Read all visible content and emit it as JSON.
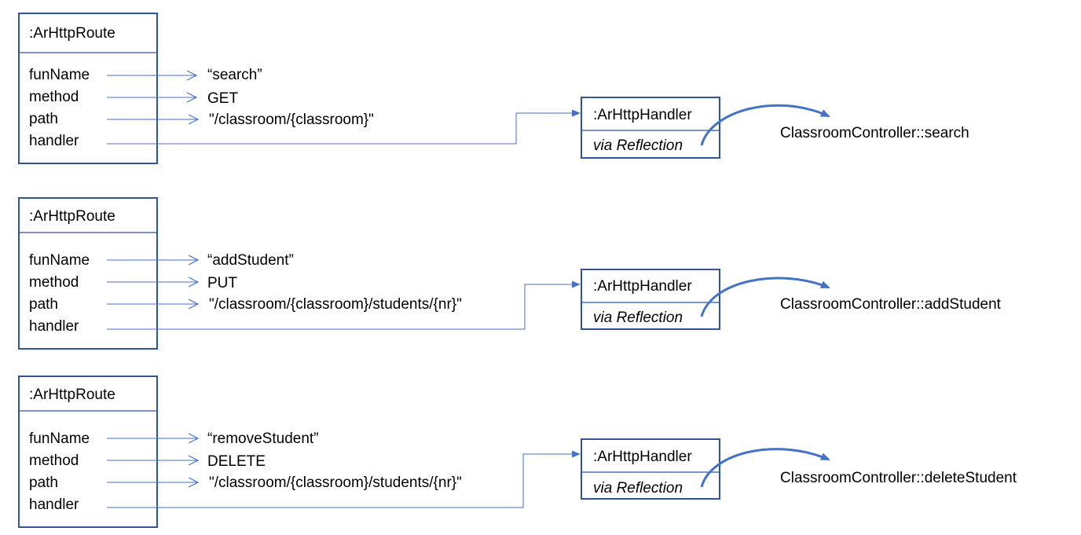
{
  "colors": {
    "box_stroke": "#2F5597",
    "arrow": "#4472C4",
    "text": "#000000",
    "background": "#FFFFFF"
  },
  "routes": [
    {
      "route_title": ":ArHttpRoute",
      "fields": [
        "funName",
        "method",
        "path",
        "handler"
      ],
      "values": [
        "“search”",
        "GET",
        "\"/classroom/{classroom}\""
      ],
      "handler_title": ":ArHttpHandler",
      "handler_via": "via Reflection",
      "target": "ClassroomController::search"
    },
    {
      "route_title": ":ArHttpRoute",
      "fields": [
        "funName",
        "method",
        "path",
        "handler"
      ],
      "values": [
        "“addStudent”",
        "PUT",
        "\"/classroom/{classroom}/students/{nr}\""
      ],
      "handler_title": ":ArHttpHandler",
      "handler_via": "via Reflection",
      "target": "ClassroomController::addStudent"
    },
    {
      "route_title": ":ArHttpRoute",
      "fields": [
        "funName",
        "method",
        "path",
        "handler"
      ],
      "values": [
        "“removeStudent”",
        "DELETE",
        "\"/classroom/{classroom}/students/{nr}\""
      ],
      "handler_title": ":ArHttpHandler",
      "handler_via": "via Reflection",
      "target": "ClassroomController::deleteStudent"
    }
  ]
}
